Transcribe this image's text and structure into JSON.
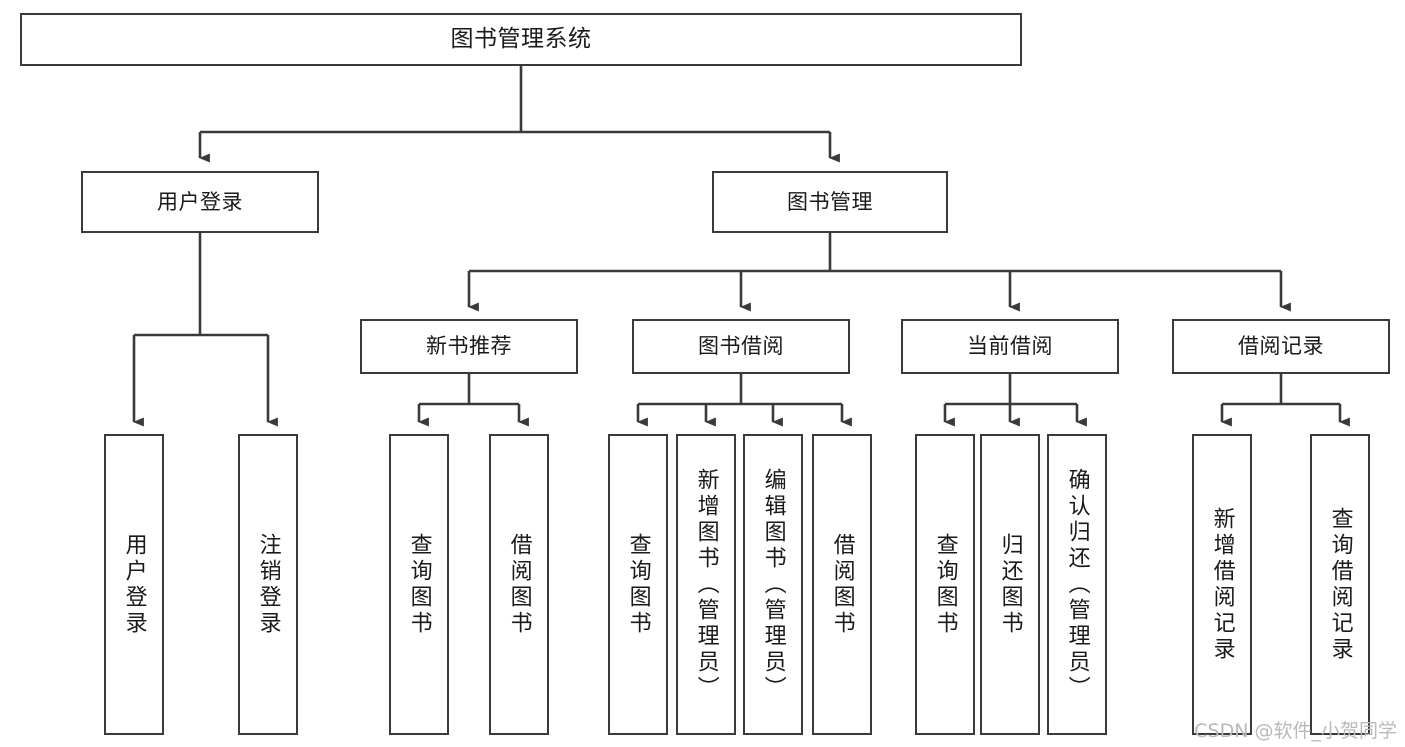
{
  "diagram": {
    "type": "tree-hierarchy-chart",
    "title": "图书管理系统",
    "watermark": "CSDN @软件_小贺同学",
    "colors": {
      "box_border": "#3a3a3a",
      "box_fill": "#ffffff",
      "connector": "#3a3a3a",
      "text": "#1a1a1a",
      "watermark": "#b9b9b9",
      "background": "#ffffff"
    },
    "nodes": {
      "root": {
        "label": "图书管理系统"
      },
      "level1": [
        {
          "id": "user-login",
          "label": "用户登录"
        },
        {
          "id": "book-management",
          "label": "图书管理"
        }
      ],
      "level2": [
        {
          "id": "new-book-recommend",
          "label": "新书推荐"
        },
        {
          "id": "book-borrow",
          "label": "图书借阅"
        },
        {
          "id": "current-borrow",
          "label": "当前借阅"
        },
        {
          "id": "borrow-record",
          "label": "借阅记录"
        }
      ],
      "leaves": {
        "user_login": [
          {
            "id": "leaf-user-login",
            "label": "用户登录"
          },
          {
            "id": "leaf-user-logout",
            "label": "注销登录"
          }
        ],
        "new_book_recommend": [
          {
            "id": "leaf-query-book-1",
            "label": "查询图书"
          },
          {
            "id": "leaf-borrow-book-1",
            "label": "借阅图书"
          }
        ],
        "book_borrow": [
          {
            "id": "leaf-query-book-2",
            "label": "查询图书"
          },
          {
            "id": "leaf-add-book",
            "label": "新增图书（管理员）"
          },
          {
            "id": "leaf-edit-book",
            "label": "编辑图书（管理员）"
          },
          {
            "id": "leaf-borrow-book-2",
            "label": "借阅图书"
          }
        ],
        "current_borrow": [
          {
            "id": "leaf-query-book-3",
            "label": "查询图书"
          },
          {
            "id": "leaf-return-book",
            "label": "归还图书"
          },
          {
            "id": "leaf-confirm-return",
            "label": "确认归还（管理员）"
          }
        ],
        "borrow_record": [
          {
            "id": "leaf-add-borrow-record",
            "label": "新增借阅记录"
          },
          {
            "id": "leaf-query-borrow-record",
            "label": "查询借阅记录"
          }
        ]
      }
    }
  }
}
